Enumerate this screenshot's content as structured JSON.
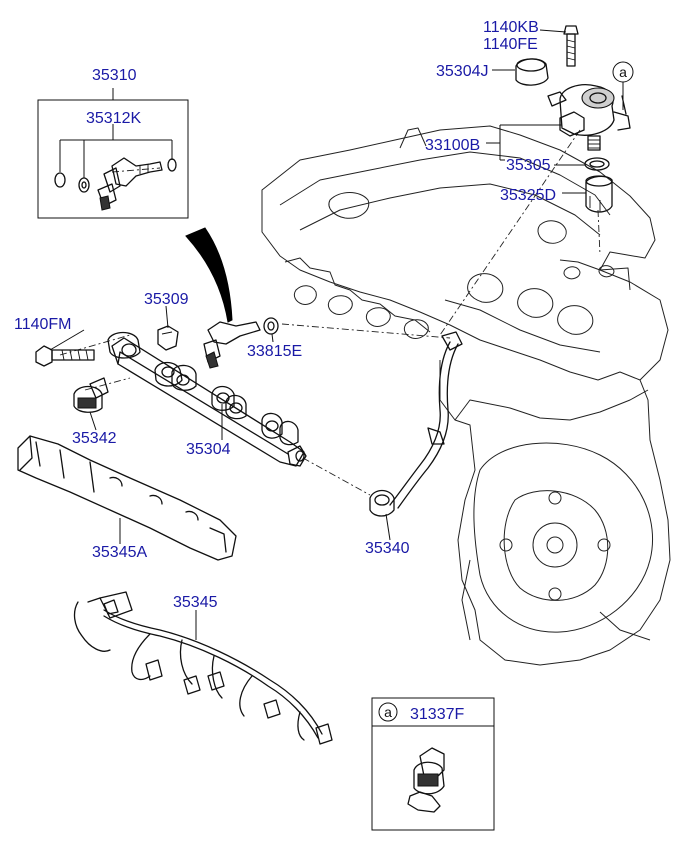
{
  "parts": {
    "p_1140KB": "1140KB",
    "p_1140FE": "1140FE",
    "p_35304J": "35304J",
    "p_33100B": "33100B",
    "p_35305": "35305",
    "p_35325D": "35325D",
    "p_35310": "35310",
    "p_35312K": "35312K",
    "p_35309": "35309",
    "p_1140FM": "1140FM",
    "p_33815E": "33815E",
    "p_35342": "35342",
    "p_35304": "35304",
    "p_35345A": "35345A",
    "p_35340": "35340",
    "p_35345": "35345",
    "p_31337F": "31337F"
  },
  "callouts": {
    "ref_a_top": "a",
    "ref_a_box": "a"
  }
}
